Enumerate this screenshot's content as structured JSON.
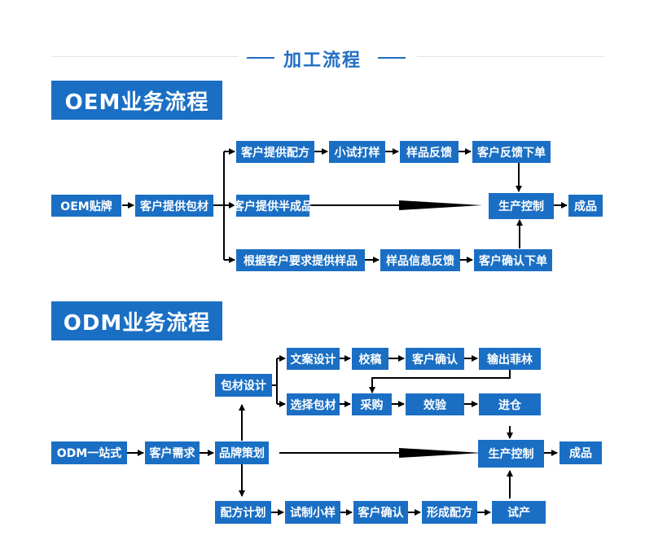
{
  "header": {
    "title": "加工流程"
  },
  "oem": {
    "section_title": "OEM业务流程",
    "start": "OEM贴牌",
    "provide_material": "客户提供包材",
    "top_row": [
      "客户提供配方",
      "小试打样",
      "样品反馈",
      "客户反馈下单"
    ],
    "middle": "客户提供半成品",
    "bottom_row": [
      "根据客户要求提供样品",
      "样品信息反馈",
      "客户确认下单"
    ],
    "production": "生产控制",
    "product": "成品"
  },
  "odm": {
    "section_title": "ODM业务流程",
    "start": "ODM一站式",
    "demand": "客户需求",
    "brand": "品牌策划",
    "packaging_design": "包材设计",
    "design_row": [
      "文案设计",
      "校稿",
      "客户确认",
      "输出菲林"
    ],
    "material_row": [
      "选择包材",
      "采购",
      "效验",
      "进仓"
    ],
    "formula_row": [
      "配方计划",
      "试制小样",
      "客户确认",
      "形成配方",
      "试产"
    ],
    "production": "生产控制",
    "product": "成品"
  },
  "colors": {
    "accent": "#1a6fc4",
    "title": "#1f6fc2",
    "line": "#000000"
  }
}
